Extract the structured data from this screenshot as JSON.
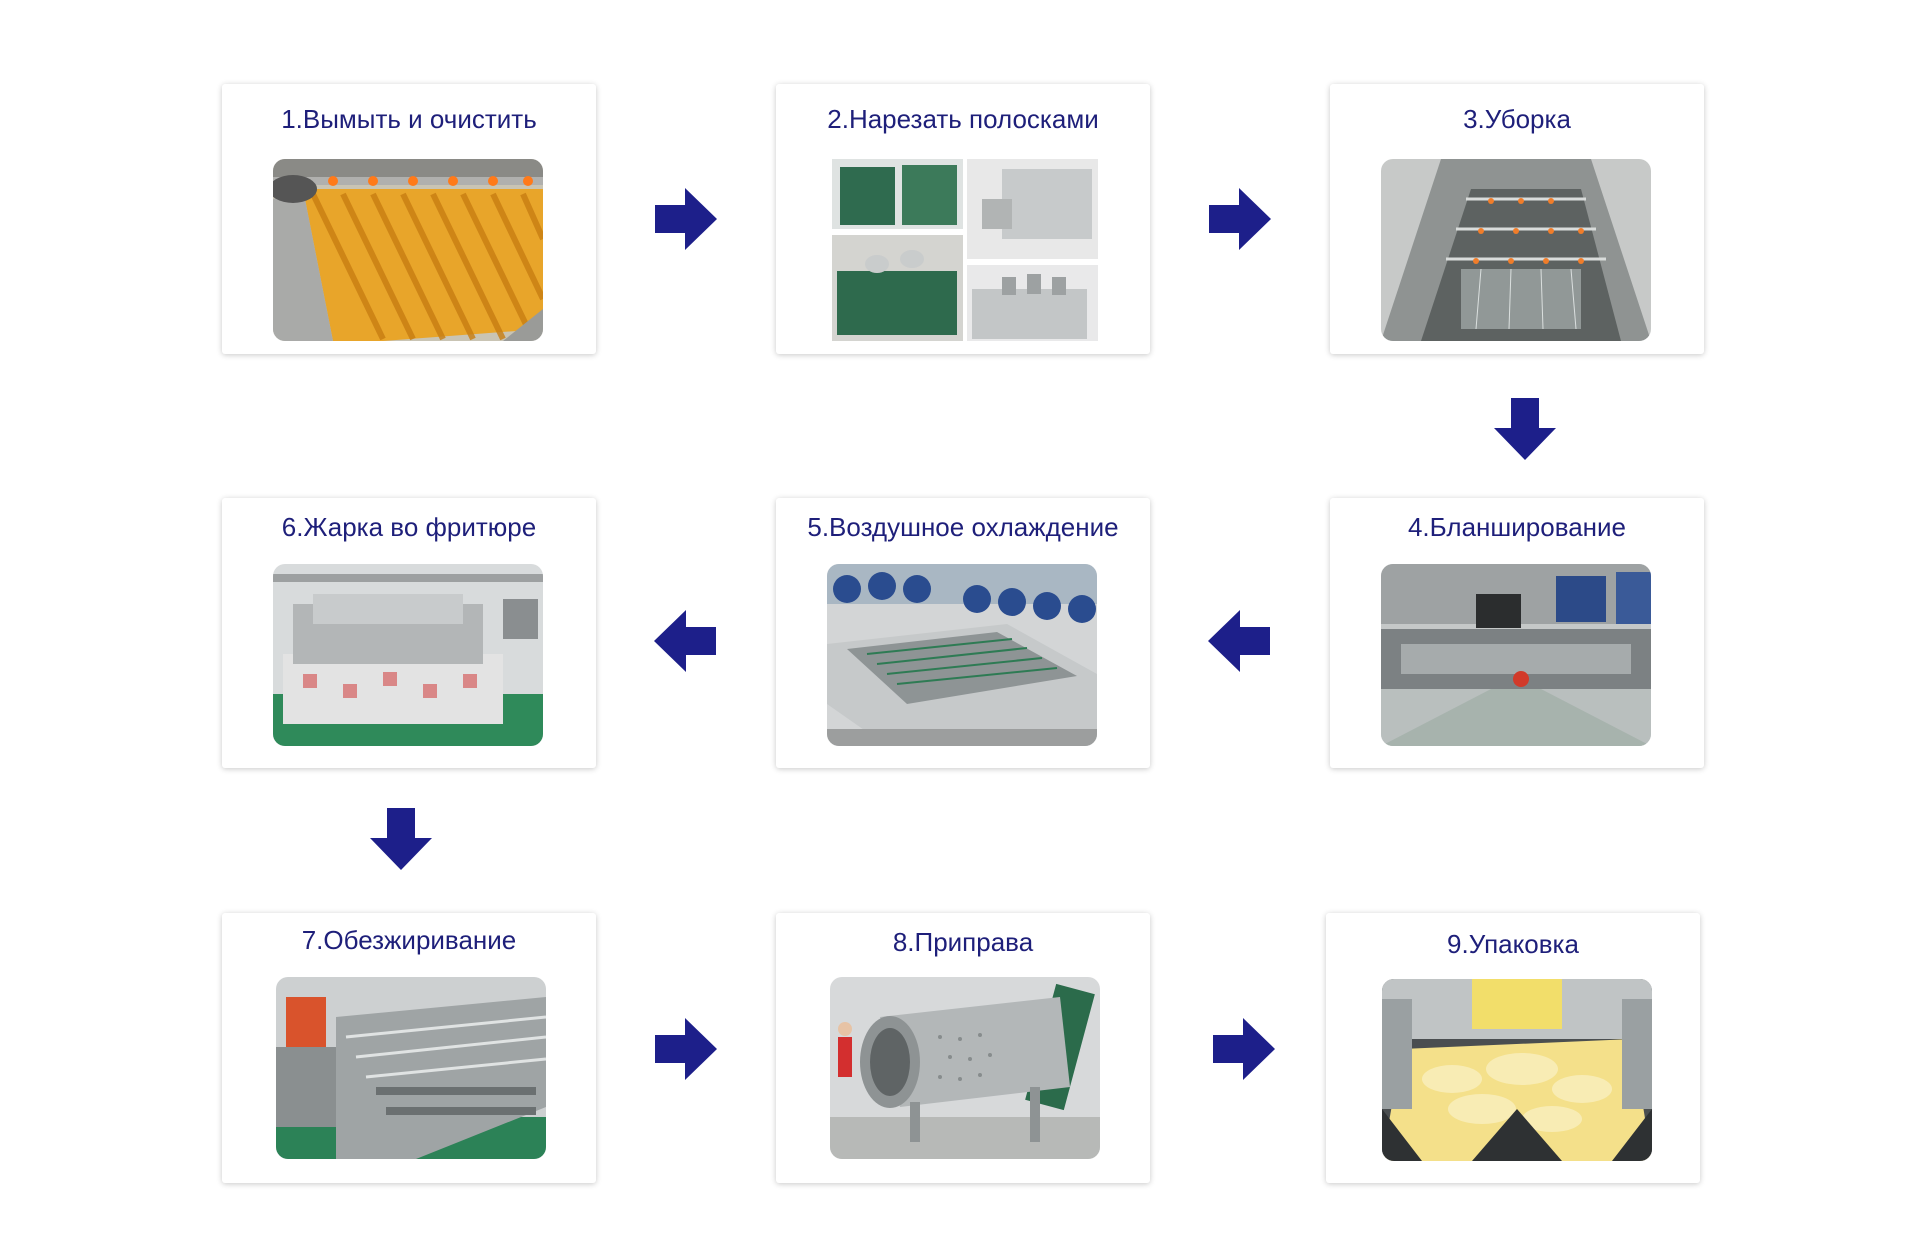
{
  "steps": [
    {
      "label": "1.Вымыть и очистить",
      "photo": "washing-peeling-machine-photo"
    },
    {
      "label": "2.Нарезать полосками",
      "photo": "cutting-machine-collage-photo"
    },
    {
      "label": "3.Уборка",
      "photo": "washing-line-photo"
    },
    {
      "label": "4.Бланширование",
      "photo": "blanching-line-photo"
    },
    {
      "label": "5.Воздушное охлаждение",
      "photo": "air-cooling-machine-photo"
    },
    {
      "label": "6.Жарка во фритюре",
      "photo": "frying-machine-photo"
    },
    {
      "label": "7.Обезжиривание",
      "photo": "deoiling-machine-photo"
    },
    {
      "label": "8.Приправа",
      "photo": "seasoning-drum-photo"
    },
    {
      "label": "9.Упаковка",
      "photo": "packing-weigher-photo"
    }
  ],
  "colors": {
    "title": "#1e1f7a",
    "arrow": "#1d1f8a",
    "card_bg": "#ffffff"
  },
  "arrows": [
    {
      "from": 1,
      "to": 2,
      "direction": "right"
    },
    {
      "from": 2,
      "to": 3,
      "direction": "right"
    },
    {
      "from": 3,
      "to": 4,
      "direction": "down"
    },
    {
      "from": 4,
      "to": 5,
      "direction": "left"
    },
    {
      "from": 5,
      "to": 6,
      "direction": "left"
    },
    {
      "from": 6,
      "to": 7,
      "direction": "down"
    },
    {
      "from": 7,
      "to": 8,
      "direction": "right"
    },
    {
      "from": 8,
      "to": 9,
      "direction": "right"
    }
  ]
}
